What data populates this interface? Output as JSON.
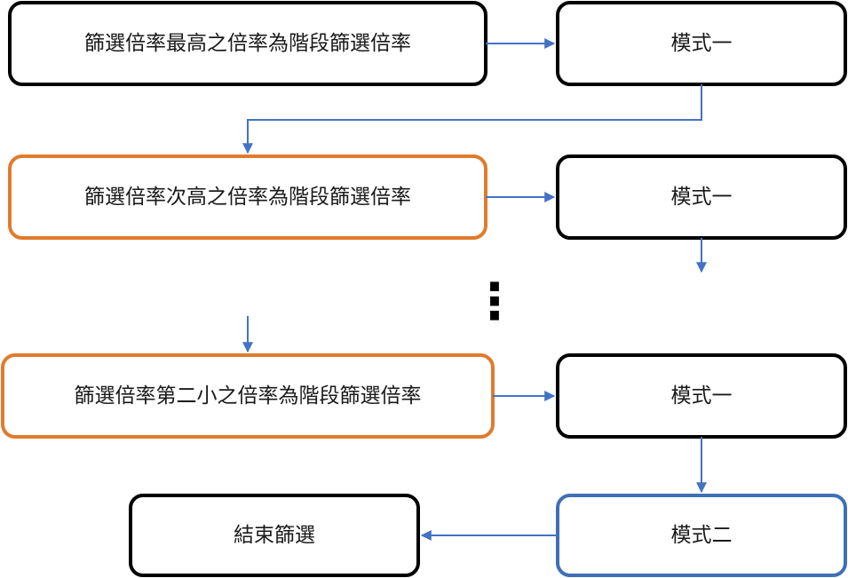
{
  "boxes": {
    "step1": {
      "label": "篩選倍率最高之倍率為階段篩選倍率",
      "border": "#000000"
    },
    "mode1_a": {
      "label": "模式一",
      "border": "#000000"
    },
    "step2": {
      "label": "篩選倍率次高之倍率為階段篩選倍率",
      "border": "#e07b2e"
    },
    "mode1_b": {
      "label": "模式一",
      "border": "#000000"
    },
    "step3": {
      "label": "篩選倍率第二小之倍率為階段篩選倍率",
      "border": "#e07b2e"
    },
    "mode1_c": {
      "label": "模式一",
      "border": "#000000"
    },
    "end": {
      "label": "結束篩選",
      "border": "#000000"
    },
    "mode2": {
      "label": "模式二",
      "border": "#3f6fb5"
    }
  },
  "ellipsis": "⋮",
  "colors": {
    "arrow": "#4472c4",
    "text": "#1a1a1a"
  }
}
